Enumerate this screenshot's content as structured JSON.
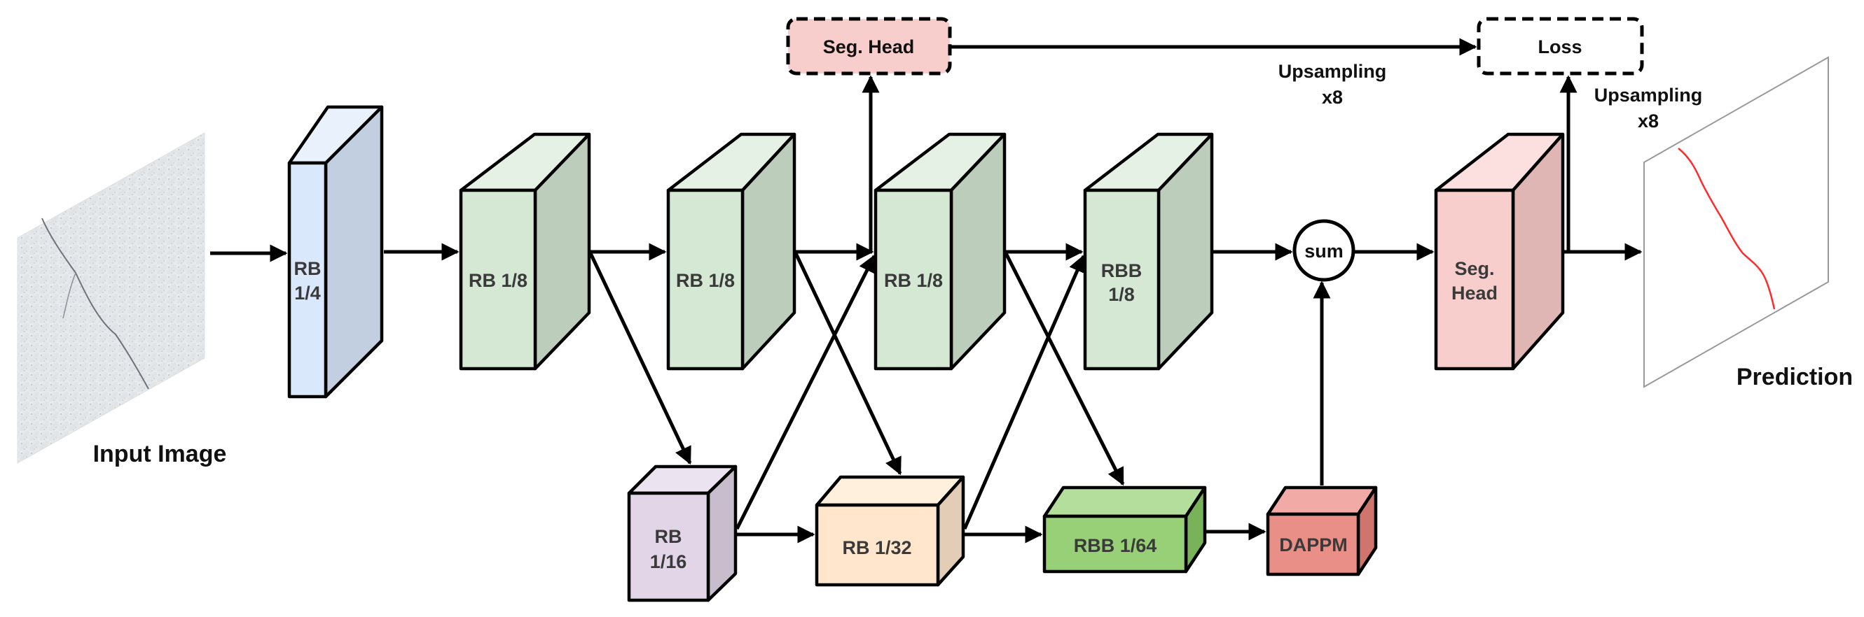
{
  "captions": {
    "input": "Input Image",
    "prediction": "Prediction"
  },
  "nodes": {
    "rb_1_4": {
      "line1": "RB",
      "line2": "1/4"
    },
    "rb_1_8_a": {
      "label": "RB 1/8"
    },
    "rb_1_8_b": {
      "label": "RB 1/8"
    },
    "rb_1_8_c": {
      "label": "RB 1/8"
    },
    "rbb_1_8": {
      "line1": "RBB",
      "line2": "1/8"
    },
    "rb_1_16": {
      "line1": "RB",
      "line2": "1/16"
    },
    "rb_1_32": {
      "label": "RB 1/32"
    },
    "rbb_1_64": {
      "label": "RBB 1/64"
    },
    "dappm": {
      "label": "DAPPM"
    },
    "sum": {
      "label": "sum"
    },
    "seg_head_main": {
      "line1": "Seg.",
      "line2": "Head"
    },
    "seg_head_aux": {
      "label": "Seg. Head"
    },
    "loss": {
      "label": "Loss"
    }
  },
  "annotations": {
    "upsampling_1": {
      "line1": "Upsampling",
      "line2": "x8"
    },
    "upsampling_2": {
      "line1": "Upsampling",
      "line2": "x8"
    }
  },
  "colors": {
    "rb_1_4": {
      "front": "#dae8fc",
      "side": "#c2cfe0"
    },
    "green": {
      "front": "#d5e8d4",
      "side": "#bccebb"
    },
    "purple": {
      "front": "#e1d5e7",
      "side": "#c8bdcd"
    },
    "orange": {
      "front": "#ffe6cc",
      "side": "#e3cdb6"
    },
    "bright_green": {
      "front": "#97d077",
      "side": "#78b35a"
    },
    "red": {
      "front": "#ea8f88",
      "side": "#d0746e"
    },
    "pink": {
      "front": "#f8cecc",
      "side": "#dfb6b4"
    },
    "crack": "#ff2a2a"
  }
}
